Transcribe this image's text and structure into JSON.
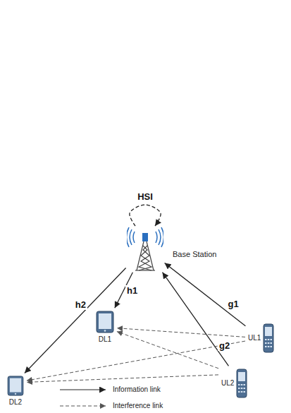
{
  "diagram": {
    "nodes": [
      {
        "text": [
          "Base Station"
        ]
      },
      {
        "text": [
          "DL1"
        ]
      },
      {
        "text": [
          "DL2"
        ]
      },
      {
        "text": [
          "UL1"
        ]
      },
      {
        "text": [
          "UL2"
        ]
      }
    ],
    "edges": [
      {
        "from": 0,
        "to": 0,
        "label": "HSI",
        "arrow": "to"
      },
      {
        "from": 0,
        "to": 1,
        "label": "h1",
        "arrow": "to"
      },
      {
        "from": 0,
        "to": 2,
        "label": "h2",
        "arrow": "to"
      },
      {
        "from": 3,
        "to": 0,
        "label": "g1",
        "arrow": "to"
      },
      {
        "from": 4,
        "to": 0,
        "label": "g2",
        "arrow": "to"
      },
      {
        "from": 3,
        "to": 1,
        "arrow": "to"
      },
      {
        "from": 3,
        "to": 2,
        "arrow": "to"
      },
      {
        "from": 4,
        "to": 1,
        "arrow": "to"
      },
      {
        "from": 4,
        "to": 2,
        "arrow": "to"
      }
    ],
    "legend": [
      {
        "text": "Information link"
      },
      {
        "text": "Interference link"
      }
    ]
  }
}
